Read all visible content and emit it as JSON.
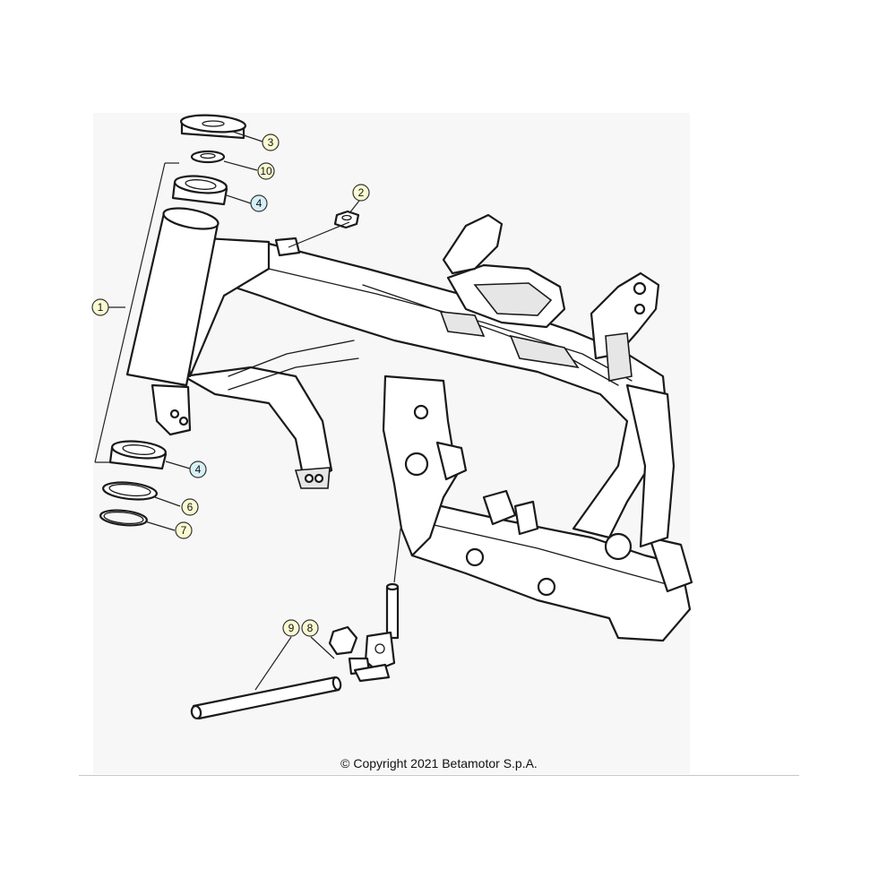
{
  "copyright": "© Copyright 2021 Betamotor S.p.A.",
  "colors": {
    "yellow_callout": "#fbfbd2",
    "blue_callout": "#d6f0f7",
    "line": "#1a1a1a",
    "panel": "#f7f7f7"
  },
  "callouts": [
    {
      "id": "1",
      "label": "1",
      "color": "yellow"
    },
    {
      "id": "2",
      "label": "2",
      "color": "yellow"
    },
    {
      "id": "3",
      "label": "3",
      "color": "yellow"
    },
    {
      "id": "4a",
      "label": "4",
      "color": "blue"
    },
    {
      "id": "4b",
      "label": "4",
      "color": "blue"
    },
    {
      "id": "6",
      "label": "6",
      "color": "yellow"
    },
    {
      "id": "7",
      "label": "7",
      "color": "yellow"
    },
    {
      "id": "8",
      "label": "8",
      "color": "yellow"
    },
    {
      "id": "9",
      "label": "9",
      "color": "yellow"
    },
    {
      "id": "10",
      "label": "10",
      "color": "yellow"
    }
  ]
}
